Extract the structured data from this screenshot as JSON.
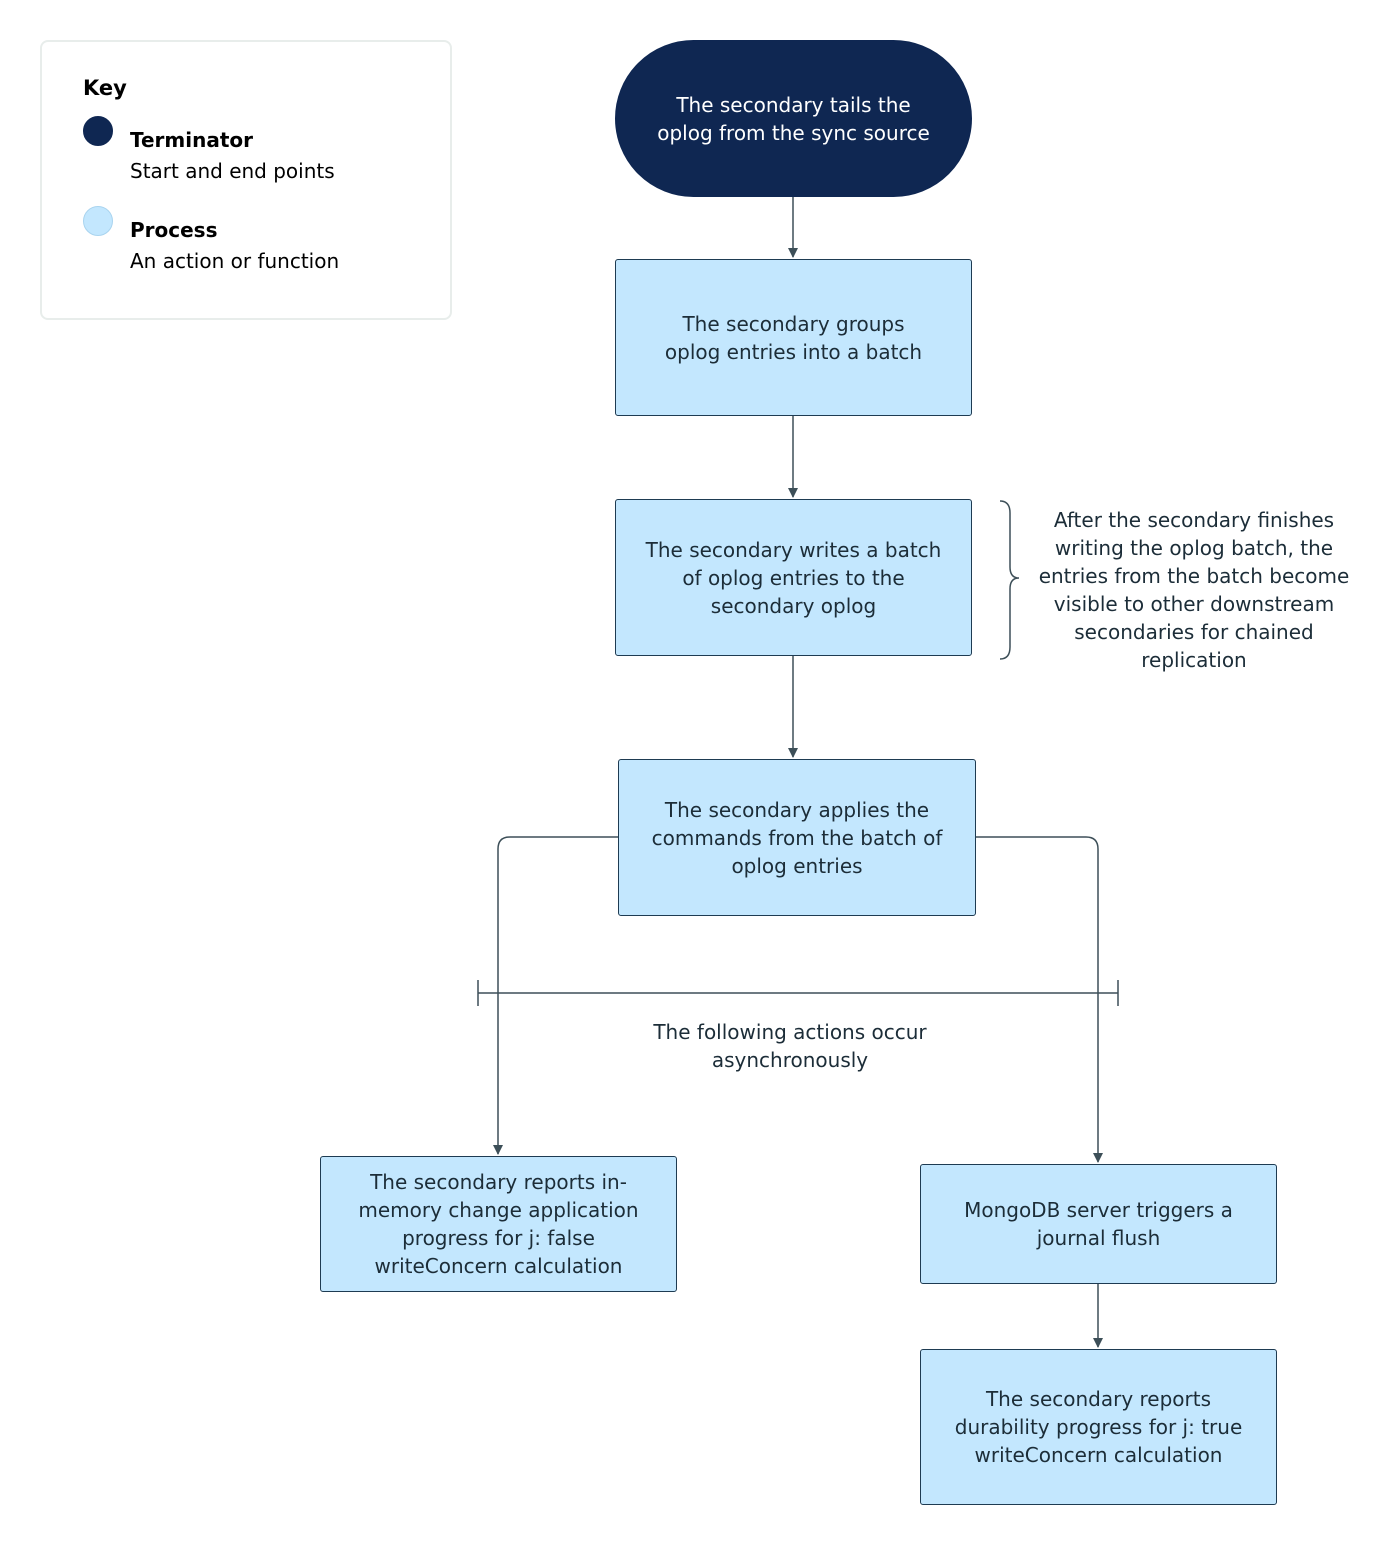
{
  "legend": {
    "title": "Key",
    "items": [
      {
        "label": "Terminator",
        "description": "Start and end points",
        "color": "#0f2752"
      },
      {
        "label": "Process",
        "description": "An action or function",
        "color": "#c3e7fe"
      }
    ]
  },
  "nodes": {
    "start": "The secondary tails the oplog from the sync source",
    "group": "The secondary groups oplog entries into a batch",
    "write": "The secondary writes a batch of oplog entries to the secondary oplog",
    "apply": "The secondary applies the commands from the batch of oplog entries",
    "report_memory": "The secondary reports in-memory change application progress for j: false writeConcern calculation",
    "journal": "MongoDB server triggers a journal flush",
    "report_durability": "The secondary reports durability progress for j: true writeConcern calculation"
  },
  "annotations": {
    "chained": "After the secondary finishes writing the oplog batch, the entries from the batch become visible to other downstream secondaries for chained replication",
    "async": "The following actions occur asynchronously"
  },
  "colors": {
    "terminator": "#0f2752",
    "process": "#c3e7fe",
    "line": "#3d4f58"
  }
}
